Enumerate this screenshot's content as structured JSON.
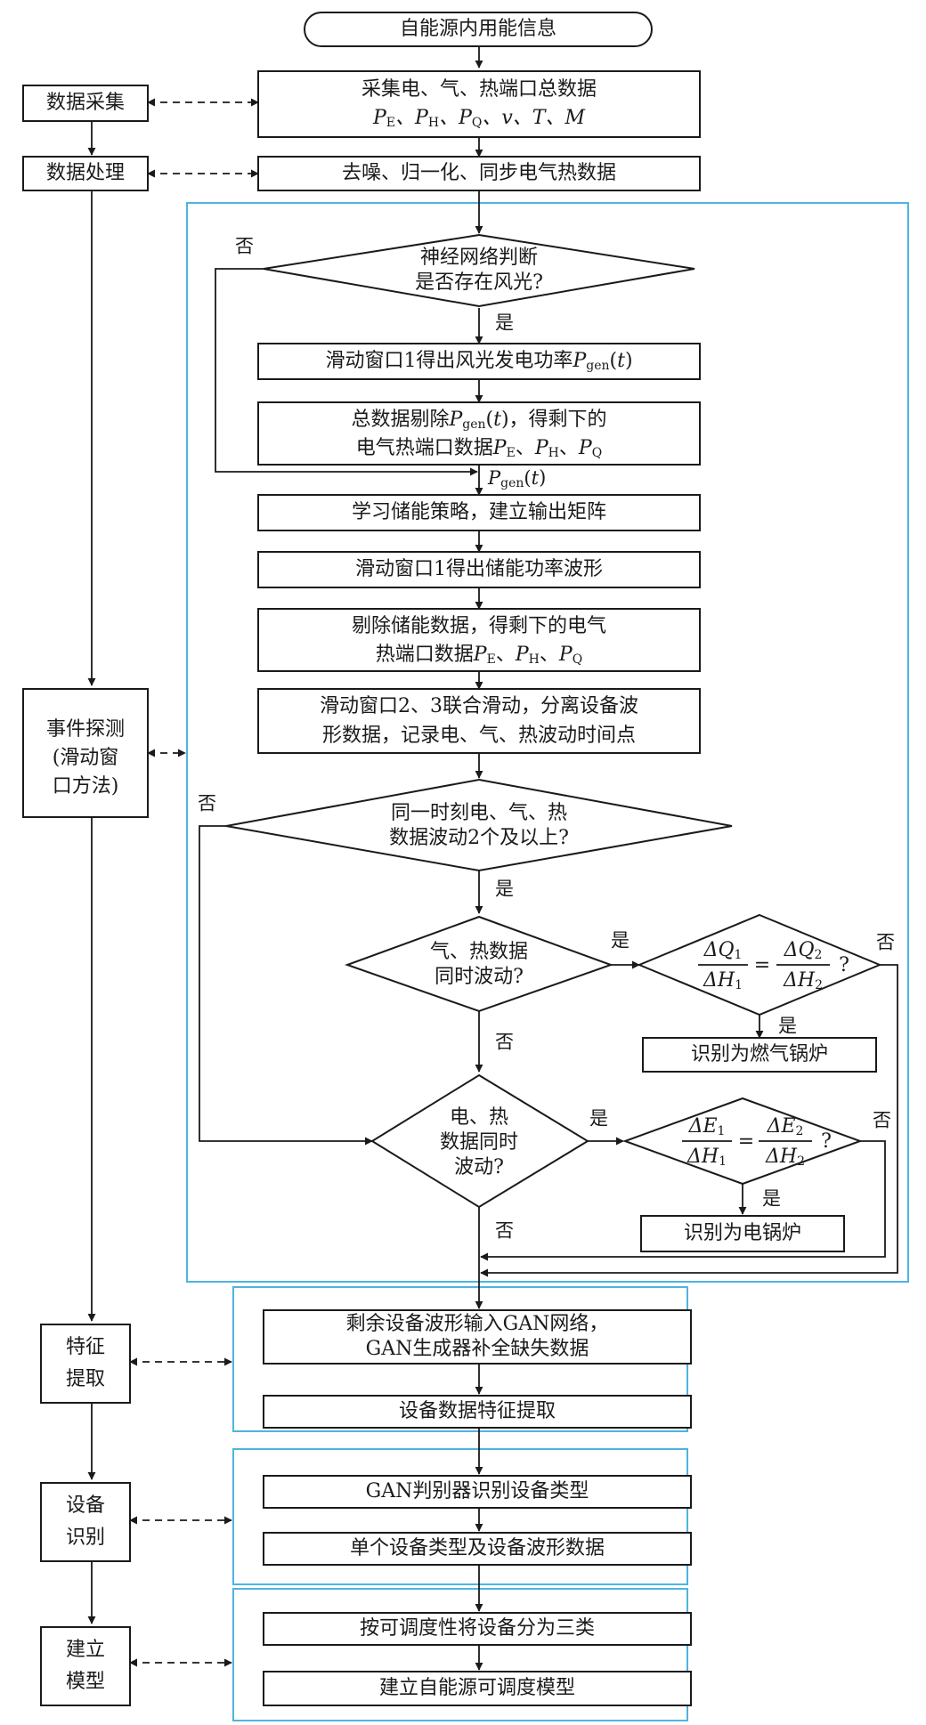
{
  "top_title": "自能源内用能信息",
  "left": {
    "collect": "数据采集",
    "process": "数据处理",
    "event_l1": "事件探测",
    "event_l2": "(滑动窗",
    "event_l3": "口方法)",
    "feature_l1": "特征",
    "feature_l2": "提取",
    "identify_l1": "设备",
    "identify_l2": "识别",
    "model_l1": "建立",
    "model_l2": "模型"
  },
  "steps": {
    "collect_l1": "采集电、气、热端口总数据",
    "collect_vars": "PE、PH、PQ、v、T、M",
    "denoise": "去噪、归一化、同步电气热数据",
    "nn_l1": "神经网络判断",
    "nn_l2": "是否存在风光?",
    "win1_gen": "滑动窗口1得出风光发电功率Pgen(t)",
    "remove_gen_l1": "总数据剔除Pgen(t)，得剩下的",
    "remove_gen_l2": "电气热端口数据PE、PH、PQ",
    "pgen_label": "Pgen(t)",
    "learn_storage": "学习储能策略，建立输出矩阵",
    "win1_storage": "滑动窗口1得出储能功率波形",
    "remove_storage_l1": "剔除储能数据，得剩下的电气",
    "remove_storage_l2": "热端口数据PE、PH、PQ",
    "win23_l1": "滑动窗口2、3联合滑动，分离设备波",
    "win23_l2": "形数据，记录电、气、热波动时间点",
    "d2_l1": "同一时刻电、气、热",
    "d2_l2": "数据波动2个及以上?",
    "d3_l1": "气、热数据",
    "d3_l2": "同时波动?",
    "d4_formula": "ΔQ1/ΔH1 = ΔQ2/ΔH2 ?",
    "gas_boiler": "识别为燃气锅炉",
    "d5_l1": "电、热",
    "d5_l2": "数据同时",
    "d5_l3": "波动?",
    "d6_formula": "ΔE1/ΔH1 = ΔE2/ΔH2 ?",
    "elec_boiler": "识别为电锅炉",
    "gan_l1": "剩余设备波形输入GAN网络，",
    "gan_l2": "GAN生成器补全缺失数据",
    "feature_extract": "设备数据特征提取",
    "gan_disc": "GAN判别器识别设备类型",
    "single_type": "单个设备类型及设备波形数据",
    "classify": "按可调度性将设备分为三类",
    "build_model": "建立自能源可调度模型"
  },
  "labels": {
    "yes": "是",
    "no": "否"
  },
  "colors": {
    "frame": "#4fb3e0",
    "line": "#1a1a1a"
  }
}
